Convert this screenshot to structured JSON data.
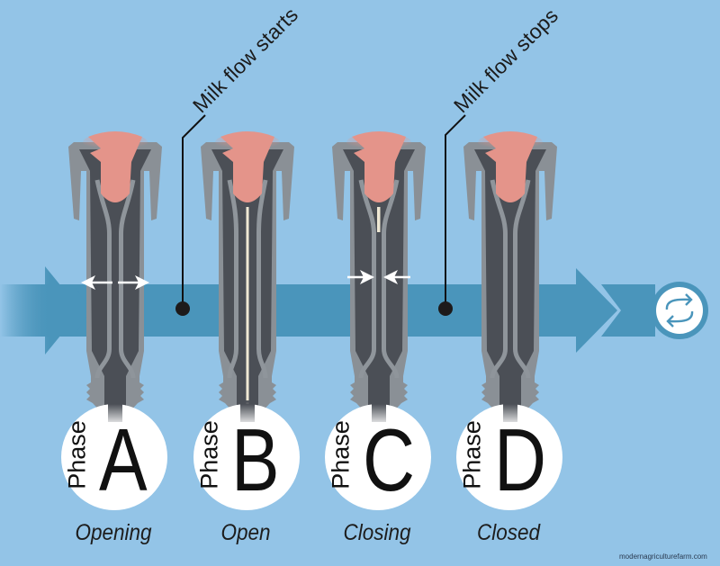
{
  "callouts": [
    {
      "label": "Milk flow starts"
    },
    {
      "label": "Milk flow stops"
    }
  ],
  "phases": [
    {
      "word": "Phase",
      "letter": "A",
      "caption": "Opening",
      "liner_state": "opening",
      "milk_flow": false
    },
    {
      "word": "Phase",
      "letter": "B",
      "caption": "Open",
      "liner_state": "open",
      "milk_flow": true
    },
    {
      "word": "Phase",
      "letter": "C",
      "caption": "Closing",
      "liner_state": "closing",
      "milk_flow": "partial"
    },
    {
      "word": "Phase",
      "letter": "D",
      "caption": "Closed",
      "liner_state": "closed",
      "milk_flow": false
    }
  ],
  "cycle_icon": "repeat-cycle-icon",
  "credit": "modernagriculturefarm.com",
  "colors": {
    "background": "#93c4e7",
    "flow_band": "#4a95bb",
    "shell_gray": "#8a9096",
    "liner_dark": "#4b4f56",
    "teat": "#e4948a",
    "milk": "#efe8d4",
    "label_circle": "#ffffff"
  }
}
